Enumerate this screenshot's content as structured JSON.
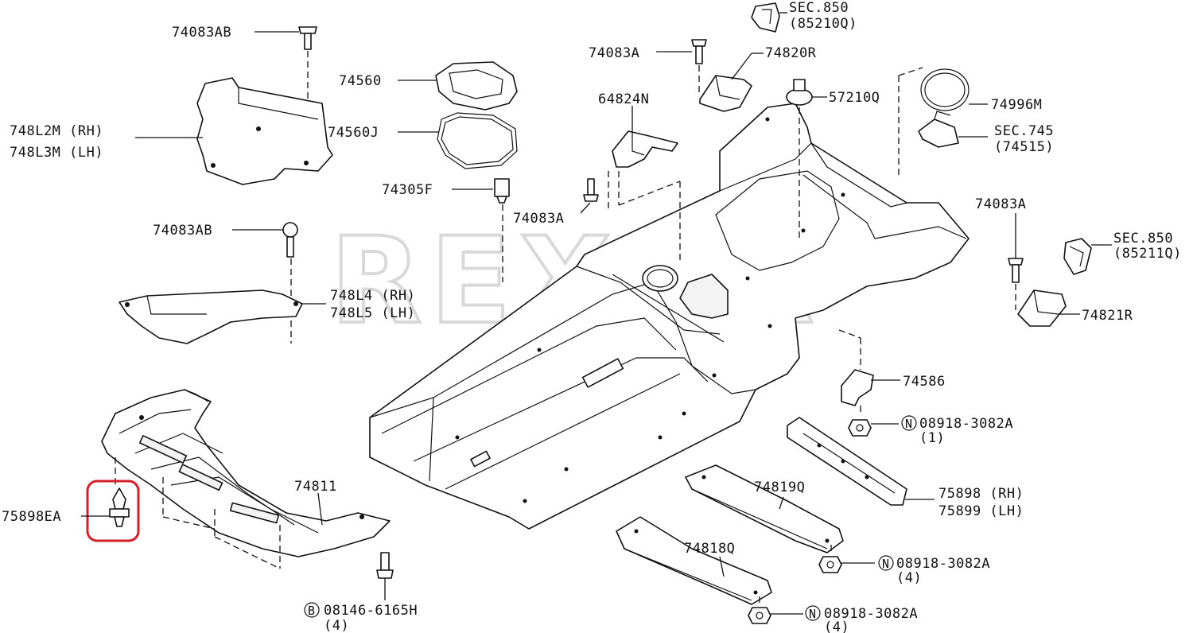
{
  "watermark": "REXKA",
  "callouts": {
    "p74083AB_top": "74083AB",
    "p748L2M": "748L2M (RH)",
    "p748L3M": "748L3M (LH)",
    "p74083AB_mid": "74083AB",
    "p748L4": "748L4 (RH)",
    "p748L5": "748L5 (LH)",
    "p75898EA": "75898EA",
    "p74811": "74811",
    "p08146_6165H": "08146-6165H",
    "p08146_qty": "(4)",
    "p74560": "74560",
    "p74560J": "74560J",
    "p74305F": "74305F",
    "p64824N": "64824N",
    "p74083A_center": "74083A",
    "p74083A_top": "74083A",
    "p74820R": "74820R",
    "sec850_q": "SEC.850",
    "sec850_q_ref": "(85210Q)",
    "p57210Q": "57210Q",
    "p74996M": "74996M",
    "sec745": "SEC.745",
    "sec745_ref": "(74515)",
    "p74083A_right": "74083A",
    "sec850_r": "SEC.850",
    "sec850_r_ref": "(85211Q)",
    "p74821R": "74821R",
    "p74586": "74586",
    "n08918_1": "08918-3082A",
    "n08918_1_qty": "(1)",
    "p75898": "75898 (RH)",
    "p75899": "75899 (LH)",
    "p74819Q": "74819Q",
    "n08918_2": "08918-3082A",
    "n08918_2_qty": "(4)",
    "p74818Q": "74818Q",
    "n08918_3": "08918-3082A",
    "n08918_3_qty": "(4)"
  },
  "symbols": {
    "nut": "N",
    "bolt": "B"
  },
  "colors": {
    "line": "#111111",
    "highlight": "#d0202a",
    "watermark": "#d9d9d9"
  }
}
